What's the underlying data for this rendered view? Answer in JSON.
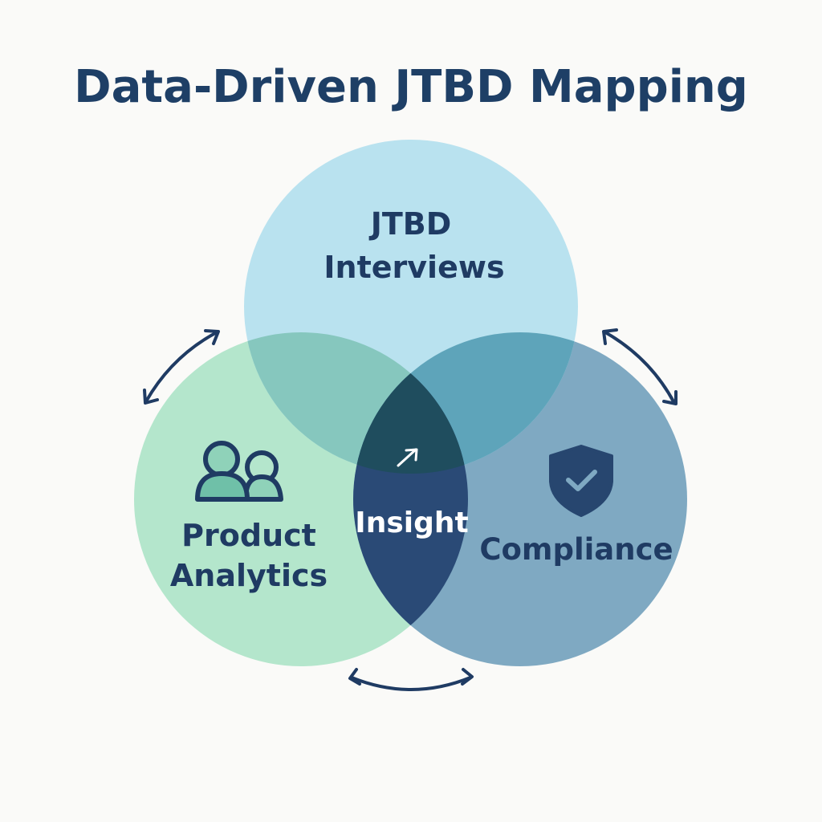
{
  "title": "Data-Driven JTBD Mapping",
  "circles": {
    "top": {
      "line1": "JTBD",
      "line2": "Interviews",
      "color": "#b9e2ef"
    },
    "left": {
      "line1": "Product",
      "line2": "Analytics",
      "color": "#b4e6cc",
      "icon": "users-icon"
    },
    "right": {
      "label": "Compliance",
      "color": "#7fa9c2",
      "icon": "shield-check-icon"
    }
  },
  "center": {
    "label": "Insight",
    "icon": "arrow-up-right-icon",
    "color": "#2a4a76"
  },
  "connectors": [
    "double-arrow-left",
    "double-arrow-right",
    "double-arrow-bottom"
  ],
  "colors": {
    "title": "#1e3f66",
    "top_left_overlap": "#86c7be",
    "top_right_overlap": "#5ea4ba",
    "center_top": "#1f4d5e",
    "center_bottom": "#2a4a76"
  }
}
